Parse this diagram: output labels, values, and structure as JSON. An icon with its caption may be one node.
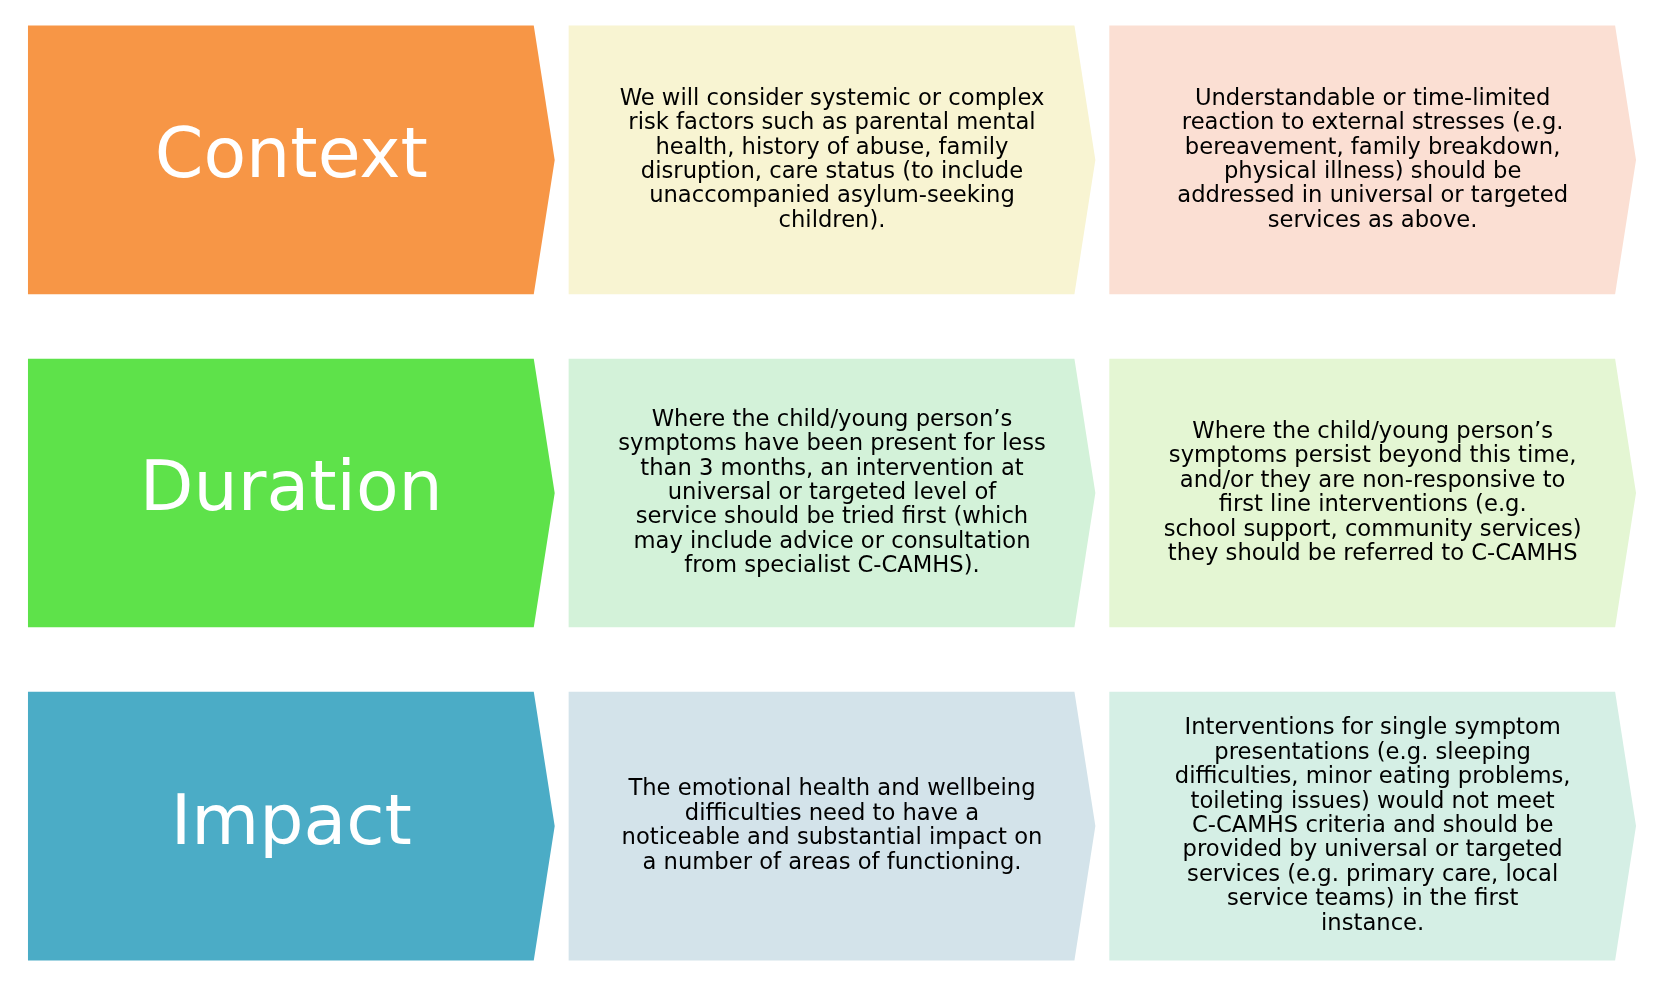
{
  "diagram": {
    "nodes": [
      {
        "text": [
          "Impact"
        ]
      },
      {
        "text": [
          "The emotional health and wellbeing difficulties need to have a noticeable and substantial impact on a number of areas of functioning."
        ]
      },
      {
        "text": [
          "Interventions for single symptom presentations (e.g. sleeping difficulties, minor eating problems, toileting issues) would not meet C-CAMHS criteria and should be provided by universal or targeted services (e.g. primary care, local service teams) in the first instance."
        ]
      },
      {
        "text": [
          "Duration"
        ]
      },
      {
        "text": [
          "Where the child/young person’s symptoms have been present for less than 3 months, an intervention at universal or targeted level of service should be tried first (which may include advice or consultation from specialist C-CAMHS)."
        ]
      },
      {
        "text": [
          "Where the child/young person’s symptoms persist beyond this time, and/or they are non-responsive to first line interventions (e.g. school support, community services) they should be referred to C-CAMHS"
        ]
      },
      {
        "text": [
          "Context"
        ]
      },
      {
        "text": [
          "We will consider systemic or complex risk factors such as parental mental health, history of abuse, family disruption, care status (to include unaccompanied asylum-seeking children)."
        ]
      },
      {
        "text": [
          "Understandable or time-limited reaction to external stresses (e.g. bereavement, family breakdown, physical illness) should be addressed in universal or targeted services as above."
        ]
      }
    ]
  }
}
